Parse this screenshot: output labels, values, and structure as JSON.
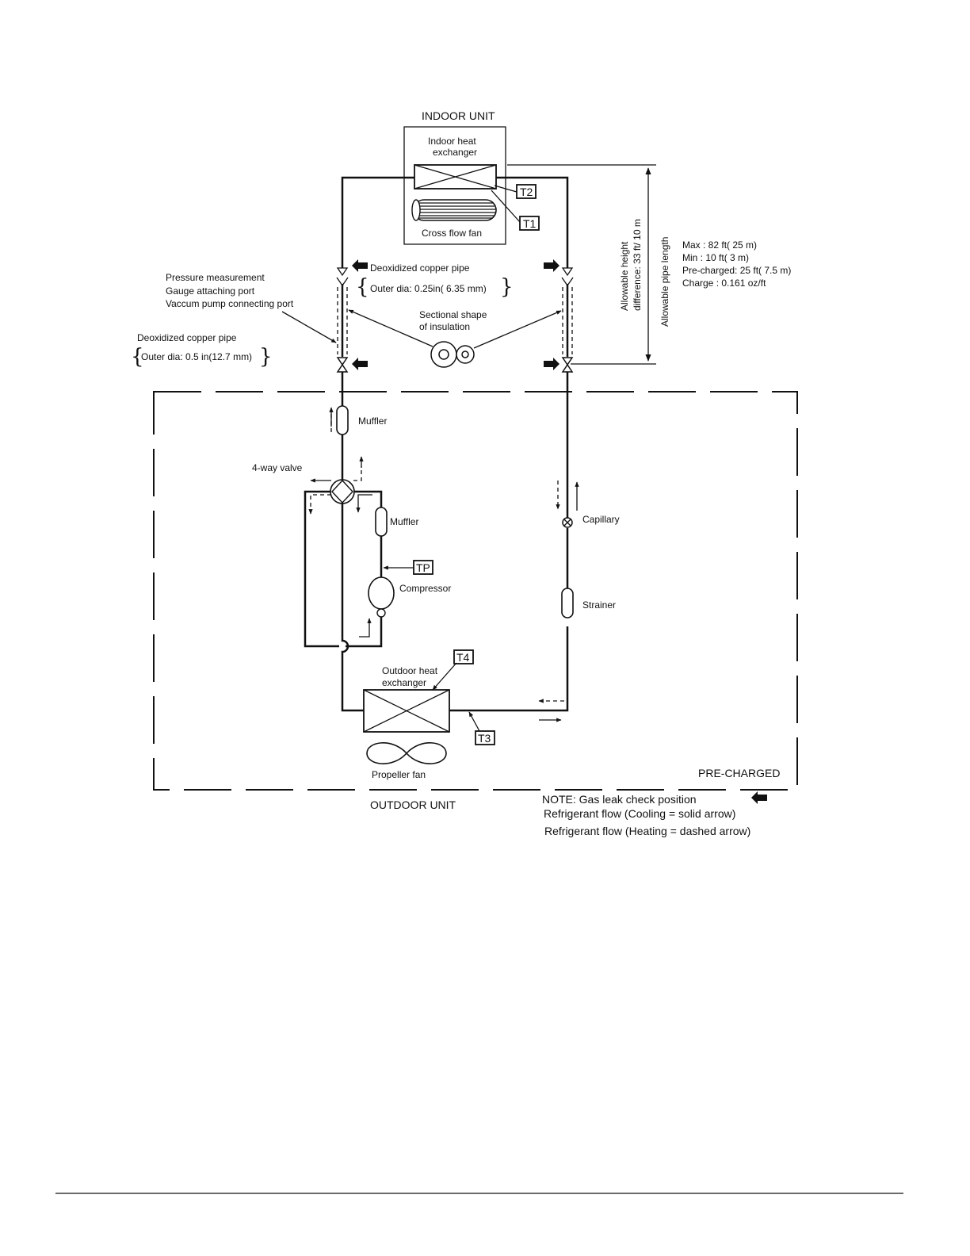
{
  "indoor": {
    "title": "INDOOR UNIT",
    "heat_exchanger": [
      "Indoor heat",
      "exchanger"
    ],
    "fan": "Cross flow fan"
  },
  "sensors": {
    "t1": "T1",
    "t2": "T2",
    "t3": "T3",
    "t4": "T4",
    "tp": "TP"
  },
  "pipes": {
    "left_label": "Deoxidized copper pipe",
    "left_dia": "Outer dia:  0.25in( 6.35   mm)",
    "port_lines": [
      "Pressure measurement",
      "Gauge attaching port",
      "Vaccum pump connecting port"
    ],
    "lower_label": "Deoxidized copper pipe",
    "lower_dia": "Outer dia:  0.5   in(12.7   mm)",
    "insulation": [
      "Sectional shape",
      "of insulation"
    ]
  },
  "height": {
    "line1": "Allowable height",
    "line2": "difference:     33 ft/    10 m"
  },
  "pipe_length": {
    "title": "Allowable pipe length",
    "specs": [
      "Max :   82 ft( 25 m)",
      "Min :    10    ft( 3  m)",
      "Pre-charged:     25     ft(  7.5    m)",
      "Charge :  0.161   oz/ft"
    ]
  },
  "outdoor": {
    "title": "OUTDOOR UNIT",
    "muffler_top": "Muffler",
    "four_way": "4-way valve",
    "muffler_bottom": "Muffler",
    "compressor": "Compressor",
    "capillary": "Capillary",
    "strainer": "Strainer",
    "heat_exchanger": [
      "Outdoor heat",
      "exchanger"
    ],
    "fan": "Propeller fan",
    "pre_charged": "PRE-CHARGED"
  },
  "notes": [
    "NOTE: Gas leak check position",
    "Refrigerant flow (Cooling = solid arrow)",
    "Refrigerant flow (Heating = dashed arrow)"
  ]
}
